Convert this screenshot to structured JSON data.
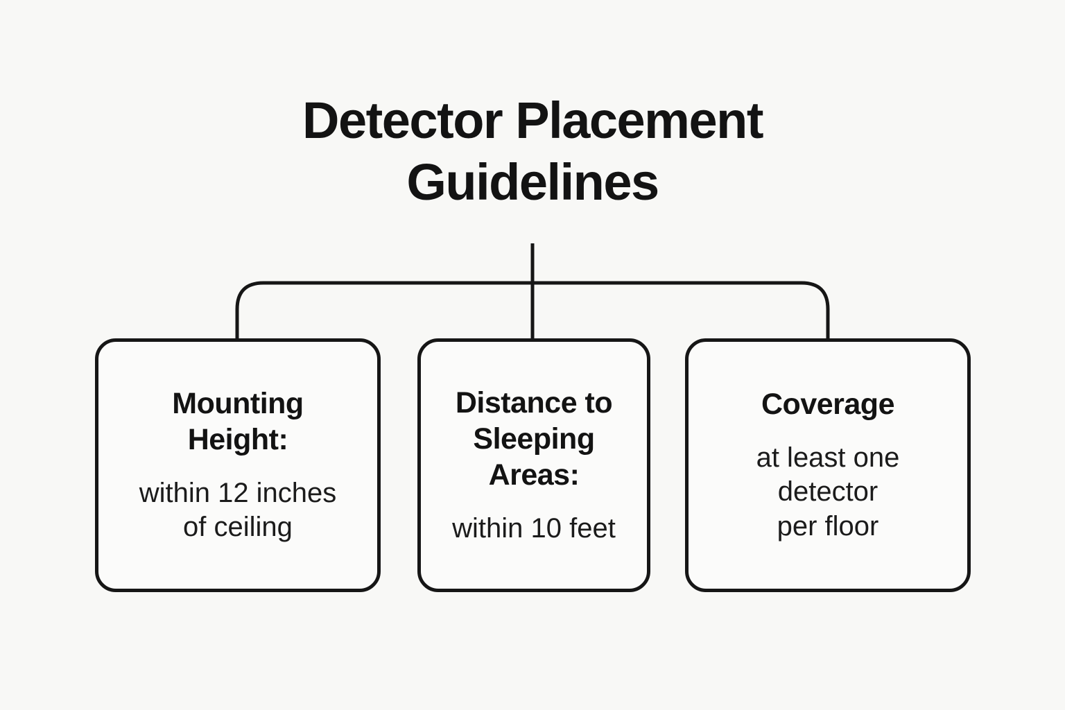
{
  "page": {
    "background_color": "#f8f8f6",
    "line_color": "#161616",
    "text_color": "#131313"
  },
  "title": {
    "text": "Detector Placement Guidelines",
    "lines": [
      "Detector Placement",
      "Guidelines"
    ]
  },
  "boxes": [
    {
      "id": "mounting-height",
      "heading": "Mounting Height:",
      "heading_lines": [
        "Mounting",
        "Height:"
      ],
      "body": "within 12 inches of ceiling",
      "body_lines": [
        "within 12 inches",
        "of ceiling"
      ]
    },
    {
      "id": "distance-to-sleeping-areas",
      "heading": "Distance to Sleeping Areas:",
      "heading_lines": [
        "Distance to",
        "Sleeping",
        "Areas:"
      ],
      "body": "within 10 feet",
      "body_lines": [
        "within 10 feet"
      ]
    },
    {
      "id": "coverage",
      "heading": "Coverage",
      "heading_lines": [
        "Coverage"
      ],
      "body": "at least one detector per floor",
      "body_lines": [
        "at least one",
        "detector",
        "per floor"
      ]
    }
  ]
}
